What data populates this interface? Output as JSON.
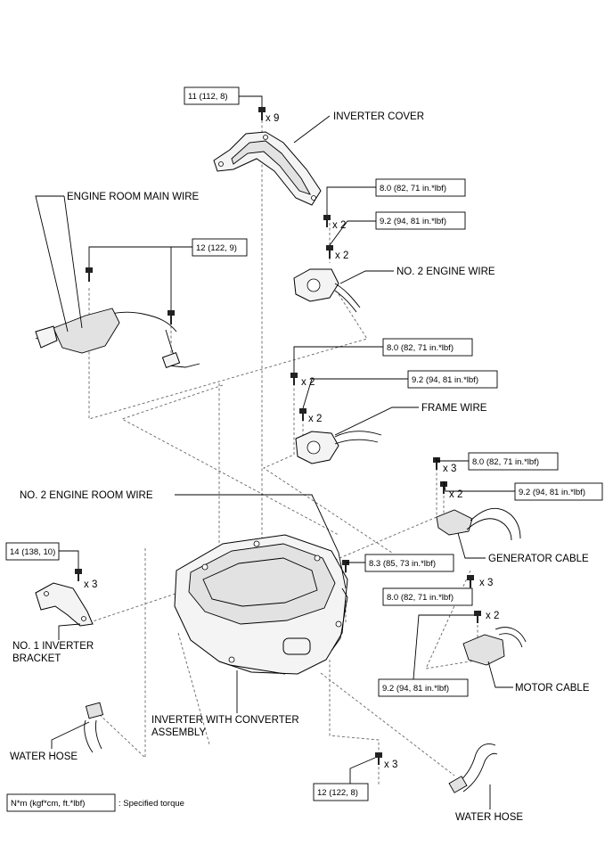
{
  "labels": {
    "inverter_cover": "INVERTER COVER",
    "engine_room_main_wire": "ENGINE ROOM MAIN WIRE",
    "no2_engine_wire": "NO. 2 ENGINE WIRE",
    "frame_wire": "FRAME WIRE",
    "no2_engine_room_wire": "NO. 2 ENGINE ROOM WIRE",
    "generator_cable": "GENERATOR CABLE",
    "no1_inverter_bracket_line1": "NO. 1 INVERTER",
    "no1_inverter_bracket_line2": "BRACKET",
    "motor_cable": "MOTOR CABLE",
    "inverter_assembly_line1": "INVERTER WITH CONVERTER",
    "inverter_assembly_line2": "ASSEMBLY",
    "water_hose_left": "WATER HOSE",
    "water_hose_right": "WATER HOSE"
  },
  "torques": {
    "cover": "11 (112, 8)",
    "no2_engine_wire_a": "8.0 (82, 71 in.*lbf)",
    "no2_engine_wire_b": "9.2 (94, 81 in.*lbf)",
    "main_wire": "12 (122, 9)",
    "frame_wire_a": "8.0 (82, 71 in.*lbf)",
    "frame_wire_b": "9.2 (94, 81 in.*lbf)",
    "generator_a": "8.0 (82, 71 in.*lbf)",
    "generator_b": "9.2 (94, 81 in.*lbf)",
    "bracket": "14 (138, 10)",
    "engine_room_wire": "8.3 (85, 73 in.*lbf)",
    "motor_a": "8.0 (82, 71 in.*lbf)",
    "motor_b": "9.2 (94, 81 in.*lbf)",
    "bottom": "12 (122, 8)"
  },
  "counts": {
    "cover": "x 9",
    "no2_engine_wire_a": "x 2",
    "no2_engine_wire_b": "x 2",
    "frame_wire_a": "x 2",
    "frame_wire_b": "x 2",
    "generator_a": "x 3",
    "generator_b": "x 2",
    "bracket": "x 3",
    "motor_a": "x 3",
    "motor_b": "x 2",
    "bottom": "x 3"
  },
  "legend": {
    "box_text": "N*m (kgf*cm, ft.*lbf)",
    "description": ": Specified torque"
  }
}
